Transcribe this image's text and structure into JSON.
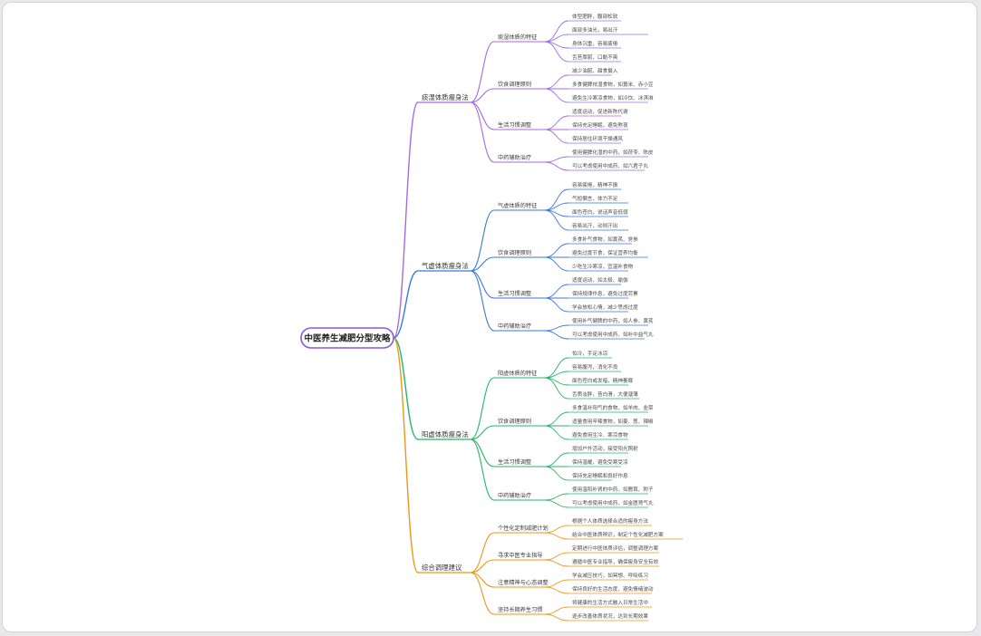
{
  "root": {
    "label": "中医养生减肥分型攻略",
    "color": "#8b55e8"
  },
  "branches": [
    {
      "label": "痰湿体质瘦身法",
      "color": "#a36be3",
      "groups": [
        {
          "label": "痰湿体质的特征",
          "leaves": [
            "体型肥胖，腹部松软",
            "面部多油光，易出汗",
            "身体沉重，容易疲倦",
            "舌苔厚腻，口黏不爽"
          ]
        },
        {
          "label": "饮食调理原则",
          "leaves": [
            "减少油腻、甜食摄入",
            "多食健脾祛湿食物，如薏米、赤小豆",
            "避免生冷寒凉食物，如冷饮、冰淇淋"
          ]
        },
        {
          "label": "生活习惯调整",
          "leaves": [
            "适度运动，促进新陈代谢",
            "保持充足睡眠，避免熬夜",
            "保持居住环境干燥通风"
          ]
        },
        {
          "label": "中药辅助治疗",
          "leaves": [
            "使用健脾化湿的中药，如茯苓、陈皮",
            "可以考虑使用中成药，如六君子丸"
          ]
        }
      ]
    },
    {
      "label": "气虚体质瘦身法",
      "color": "#3a78de",
      "groups": [
        {
          "label": "气虚体质的特征",
          "leaves": [
            "容易疲倦，精神不振",
            "气短懒言，体力不足",
            "面色苍白，说话声音低弱",
            "容易出汗，动则汗出"
          ]
        },
        {
          "label": "饮食调理原则",
          "leaves": [
            "多食补气食物，如黄芪、党参",
            "避免过度节食，保证营养均衡",
            "少吃生冷寒凉，宜温补食物"
          ]
        },
        {
          "label": "生活习惯调整",
          "leaves": [
            "适度运动，如太极、瑜伽",
            "保持规律作息，避免过度劳累",
            "学会放松心情，减少思虑过度"
          ]
        },
        {
          "label": "中药辅助治疗",
          "leaves": [
            "使用补气健脾的中药，如人参、黄芪",
            "可以考虑使用中成药，如补中益气丸"
          ]
        }
      ]
    },
    {
      "label": "阳虚体质瘦身法",
      "color": "#25b567",
      "groups": [
        {
          "label": "阳虚体质的特征",
          "leaves": [
            "怕冷，手足冰凉",
            "容易腹泻，消化不良",
            "面色苍白或发暗，精神萎靡",
            "舌质淡胖，苔白滑，大便溏薄"
          ]
        },
        {
          "label": "饮食调理原则",
          "leaves": [
            "多食温补阳气的食物，如羊肉、韭菜",
            "适量食用辛辣食物，如姜、葱、辣椒",
            "避免食用生冷、寒凉食物"
          ]
        },
        {
          "label": "生活习惯调整",
          "leaves": [
            "增加户外活动，接受阳光照射",
            "保持温暖，避免受寒受凉",
            "保持充足睡眠和良好作息"
          ]
        },
        {
          "label": "中药辅助治疗",
          "leaves": [
            "使用温阳补肾的中药，如鹿茸、附子",
            "可以考虑使用中成药，如金匮肾气丸"
          ]
        }
      ]
    },
    {
      "label": "综合调理建议",
      "color": "#ef9618",
      "groups": [
        {
          "label": "个性化定制减肥计划",
          "leaves": [
            "根据个人体质选择合适的瘦身方法",
            "结合中医体质辨识，制定个性化减肥方案"
          ]
        },
        {
          "label": "寻求中医专业指导",
          "leaves": [
            "定期进行中医体质评估，调整调理方案",
            "遵循中医专业指导，确保瘦身安全有效"
          ]
        },
        {
          "label": "注意精神与心态调整",
          "leaves": [
            "学会减压技巧，如冥想、呼吸练习",
            "保持良好的生活态度，避免情绪波动"
          ]
        },
        {
          "label": "坚持长期养生习惯",
          "leaves": [
            "将健康的生活方式融入日常生活中",
            "逐步改善体质状况，达到长期效果"
          ]
        }
      ]
    }
  ]
}
